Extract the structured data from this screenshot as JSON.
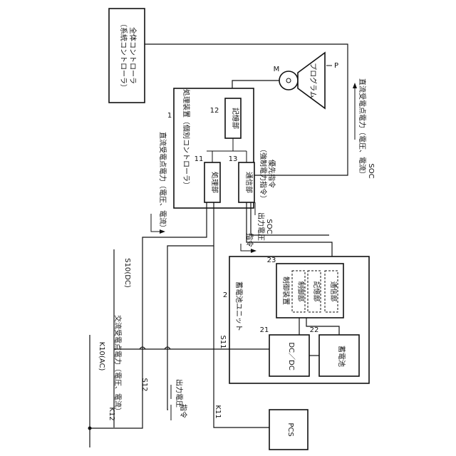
{
  "controllers": {
    "global_line1": "全体コントローラ",
    "global_line2": "（系統コントローラ）",
    "processing_device": "処理装置（個別コントローラ）",
    "processing_device_ref": "1",
    "storage": "記憶部",
    "storage_ref": "12",
    "processing": "処理部",
    "processing_ref": "11",
    "comm": "通信部",
    "comm_ref": "13",
    "program": "プログラム",
    "program_ref": "P",
    "motor_ref": "M"
  },
  "battery_unit": {
    "title": "蓄電池ユニット",
    "ref": "2",
    "control_device": "制御装置",
    "control_ref": "23",
    "control_part": "制御部",
    "storage_part": "記憶部",
    "comm_part": "通信部",
    "dcdc": "DC／DC",
    "dcdc_ref": "21",
    "battery": "蓄電池",
    "battery_ref": "22"
  },
  "pcs": {
    "label": "PCS"
  },
  "signals": {
    "priority_line1": "優先指令",
    "priority_line2": "（強制電力指令）",
    "soc_dc_line1": "SOC",
    "soc_dc_line2": "直流受電点電力（電圧、電流）",
    "dc_power": "直流受電点電力（電圧、電流）",
    "soc_out_line1": "SOC",
    "soc_out_line2": "出力電圧",
    "command_top": "指令",
    "ac_power": "交流受電点電力（電圧、電流）",
    "output_voltage": "出力電圧",
    "command_bottom": "指令"
  },
  "lines": {
    "k10": "K10(AC)",
    "k11": "K11",
    "k12": "K12",
    "s10": "S10(DC)",
    "s11": "S11",
    "s12": "S12"
  }
}
